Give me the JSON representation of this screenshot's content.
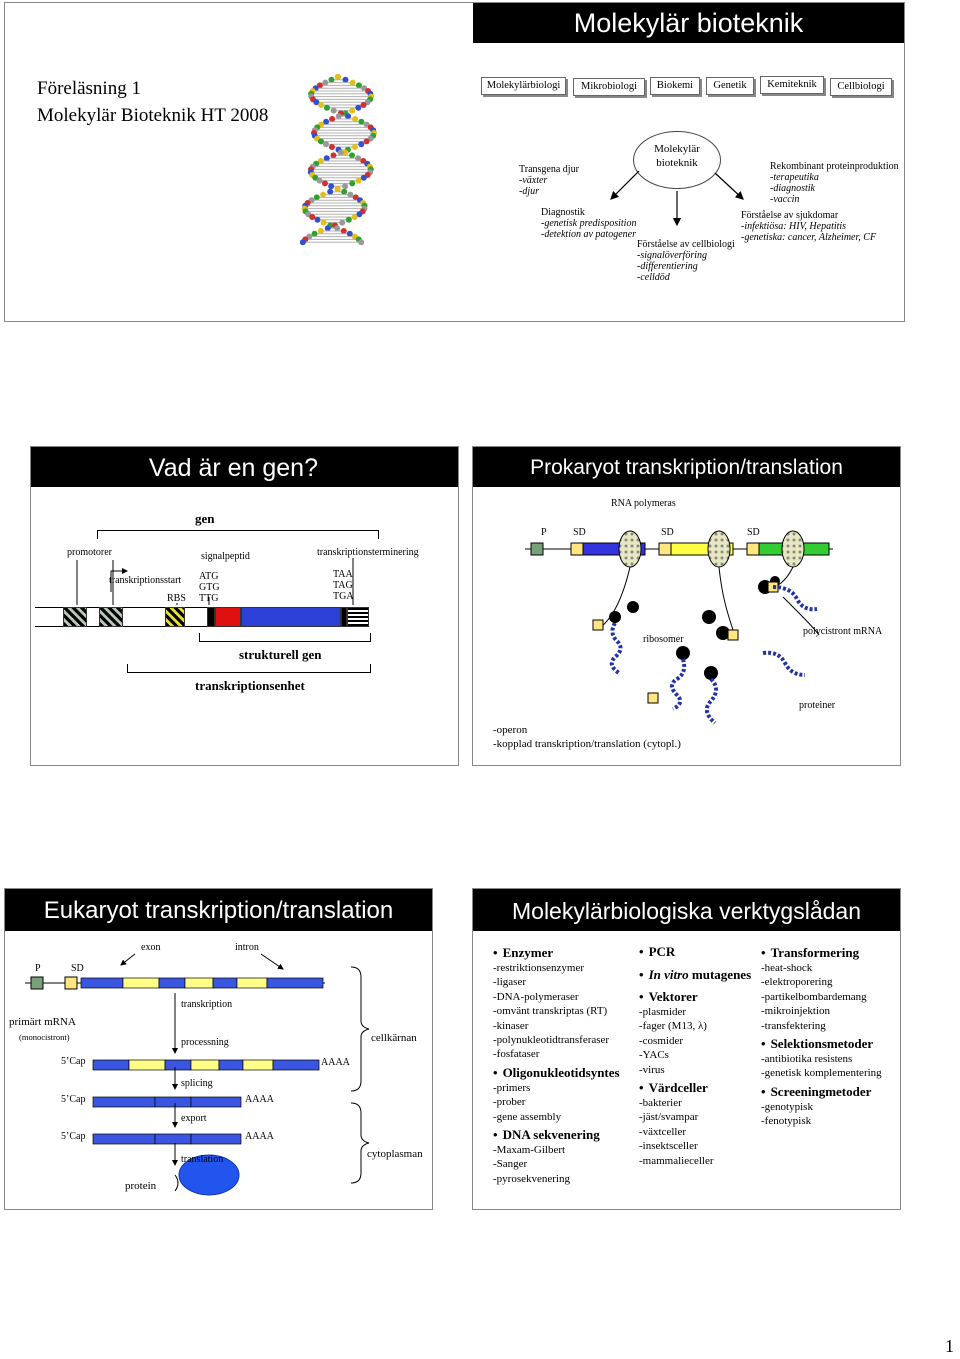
{
  "slide1": {
    "header": "Molekylär bioteknik",
    "lecture_line1": "Föreläsning 1",
    "lecture_line2": "Molekylär Bioteknik HT 2008",
    "tabs": [
      "Molekylärbiologi",
      "Mikrobiologi",
      "Biokemi",
      "Genetik",
      "Kemiteknik",
      "Cellbiologi"
    ],
    "center": [
      "Molekylär",
      "bioteknik"
    ],
    "transgena": {
      "title": "Transgena djur",
      "lines": [
        "-växter",
        "-djur"
      ]
    },
    "diagnostik": {
      "title": "Diagnostik",
      "lines": [
        "-genetisk predisposition",
        "-detektion av patogener"
      ]
    },
    "cellbiologi": {
      "title": "Förståelse av cellbiologi",
      "lines": [
        "-signalöverföring",
        "-differentiering",
        "-celldöd"
      ]
    },
    "rekombinant": {
      "title": "Rekombinant proteinproduktion",
      "lines": [
        "-terapeutika",
        "-diagnostik",
        "-vaccin"
      ]
    },
    "sjukdomar": {
      "title": "Förståelse av sjukdomar",
      "lines": [
        "-infektiösa: HIV, Hepatitis",
        "-genetiska: cancer, Alzheimer, CF"
      ]
    }
  },
  "slide2": {
    "header": "Vad är en gen?",
    "gen": "gen",
    "promotorer": "promotorer",
    "signalpeptid": "signalpeptid",
    "transkriptionsterminering": "transkriptionsterminering",
    "transkriptionsstart": "transkriptionsstart",
    "rbs": "RBS",
    "start_codons": [
      "ATG",
      "GTG",
      "TTG"
    ],
    "stop_codons": [
      "TAA",
      "TAG",
      "TGA"
    ],
    "strukturell": "strukturell gen",
    "enhet": "transkriptionsenhet"
  },
  "slide3": {
    "header": "Prokaryot transkription/translation",
    "rna_pol": "RNA polymeras",
    "p": "P",
    "sd": "SD",
    "ribosomer": "ribosomer",
    "polycistront": "polycistront mRNA",
    "proteiner": "proteiner",
    "notes": [
      "-operon",
      "-kopplad transkription/translation (cytopl.)"
    ]
  },
  "slide4": {
    "header": "Eukaryot transkription/translation",
    "p": "P",
    "sd": "SD",
    "exon": "exon",
    "intron": "intron",
    "primart": "primärt mRNA",
    "monocistront": "(monocistront)",
    "transkription": "transkription",
    "processning": "processning",
    "splicing": "splicing",
    "export": "export",
    "translation": "translation",
    "cap": "5’Cap",
    "aaaa": "AAAA",
    "cellkarnan": "cellkärnan",
    "cytoplasman": "cytoplasman",
    "protein": "protein"
  },
  "slide5": {
    "header": "Molekylärbiologiska verktygslådan",
    "col1": [
      {
        "type": "h",
        "text": "Enzymer"
      },
      {
        "type": "t",
        "text": "-restriktionsenzymer"
      },
      {
        "type": "t",
        "text": "-ligaser"
      },
      {
        "type": "t",
        "text": "-DNA-polymeraser"
      },
      {
        "type": "t",
        "text": "-omvänt transkriptas (RT)"
      },
      {
        "type": "t",
        "text": "-kinaser"
      },
      {
        "type": "t",
        "text": "-polynukleotidtransferaser"
      },
      {
        "type": "t",
        "text": "-fosfataser"
      },
      {
        "type": "h",
        "text": "Oligonukleotidsyntes"
      },
      {
        "type": "t",
        "text": "-primers"
      },
      {
        "type": "t",
        "text": "-prober"
      },
      {
        "type": "t",
        "text": "-gene assembly"
      },
      {
        "type": "h",
        "text": "DNA sekvenering"
      },
      {
        "type": "t",
        "text": "-Maxam-Gilbert"
      },
      {
        "type": "t",
        "text": "-Sanger"
      },
      {
        "type": "t",
        "text": "-pyrosekvenering"
      }
    ],
    "col2_pcr": "PCR",
    "col2_invitro": "In vitro",
    "col2_mutagenes": " mutagenes",
    "col2": [
      {
        "type": "h",
        "text": "Vektorer"
      },
      {
        "type": "t",
        "text": "-plasmider"
      },
      {
        "type": "t",
        "text": "-fager (M13, λ)"
      },
      {
        "type": "t",
        "text": "-cosmider"
      },
      {
        "type": "t",
        "text": "-YACs"
      },
      {
        "type": "t",
        "text": "-virus"
      },
      {
        "type": "h",
        "text": "Värdceller"
      },
      {
        "type": "t",
        "text": "-bakterier"
      },
      {
        "type": "t",
        "text": "-jäst/svampar"
      },
      {
        "type": "t",
        "text": "-växtceller"
      },
      {
        "type": "t",
        "text": "-insektsceller"
      },
      {
        "type": "t",
        "text": "-mammalieceller"
      }
    ],
    "col3": [
      {
        "type": "h",
        "text": "Transformering"
      },
      {
        "type": "t",
        "text": "-heat-shock"
      },
      {
        "type": "t",
        "text": "-elektroporering"
      },
      {
        "type": "t",
        "text": "-partikelbombardemang"
      },
      {
        "type": "t",
        "text": "-mikroinjektion"
      },
      {
        "type": "t",
        "text": "-transfektering"
      },
      {
        "type": "h",
        "text": "Selektionsmetoder"
      },
      {
        "type": "t",
        "text": "-antibiotika resistens"
      },
      {
        "type": "t",
        "text": "-genetisk komplementering"
      },
      {
        "type": "h",
        "text": "Screeningmetoder"
      },
      {
        "type": "t",
        "text": "-genotypisk"
      },
      {
        "type": "t",
        "text": "-fenotypisk"
      }
    ]
  },
  "page_number": "1"
}
